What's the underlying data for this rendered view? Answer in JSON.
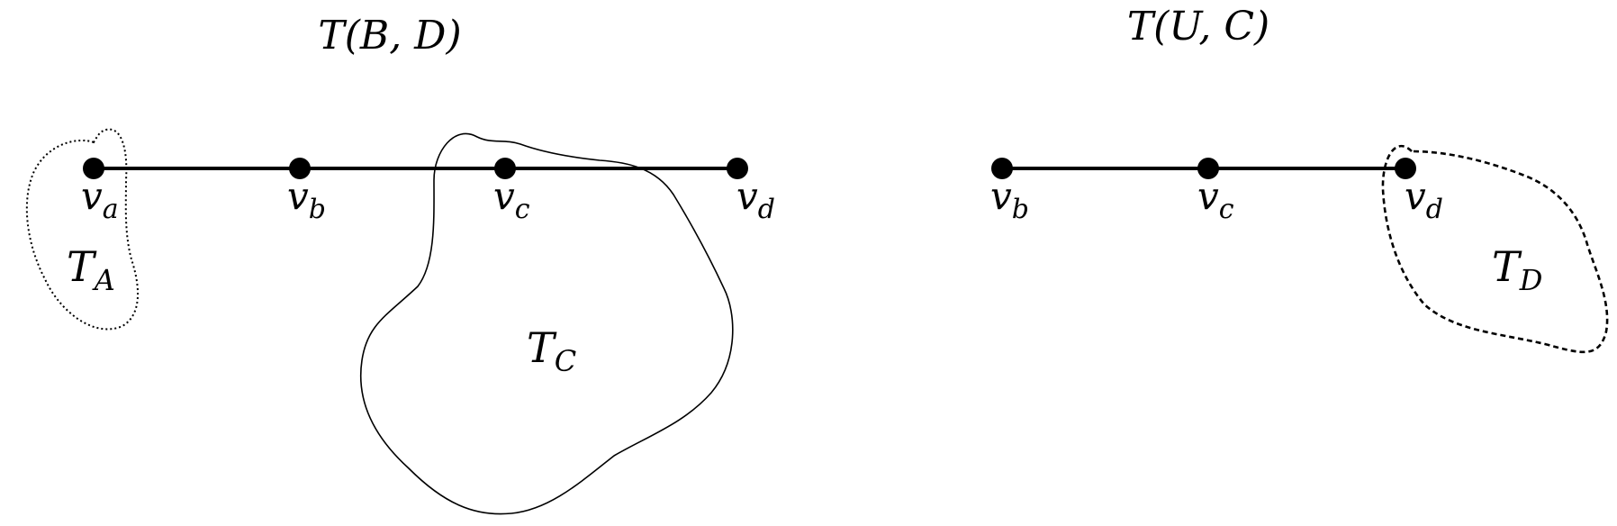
{
  "left": {
    "title": "T(B, D)",
    "nodes": [
      {
        "id": "a",
        "base": "v",
        "sub": "a"
      },
      {
        "id": "b",
        "base": "v",
        "sub": "b"
      },
      {
        "id": "c",
        "base": "v",
        "sub": "c"
      },
      {
        "id": "d",
        "base": "v",
        "sub": "d"
      }
    ],
    "regions": [
      {
        "base": "T",
        "sub": "A",
        "style": "dotted"
      },
      {
        "base": "T",
        "sub": "C",
        "style": "solid"
      }
    ]
  },
  "right": {
    "title": "T(U, C)",
    "nodes": [
      {
        "id": "b",
        "base": "v",
        "sub": "b"
      },
      {
        "id": "c",
        "base": "v",
        "sub": "c"
      },
      {
        "id": "d",
        "base": "v",
        "sub": "d"
      }
    ],
    "regions": [
      {
        "base": "T",
        "sub": "D",
        "style": "dashed"
      }
    ]
  }
}
